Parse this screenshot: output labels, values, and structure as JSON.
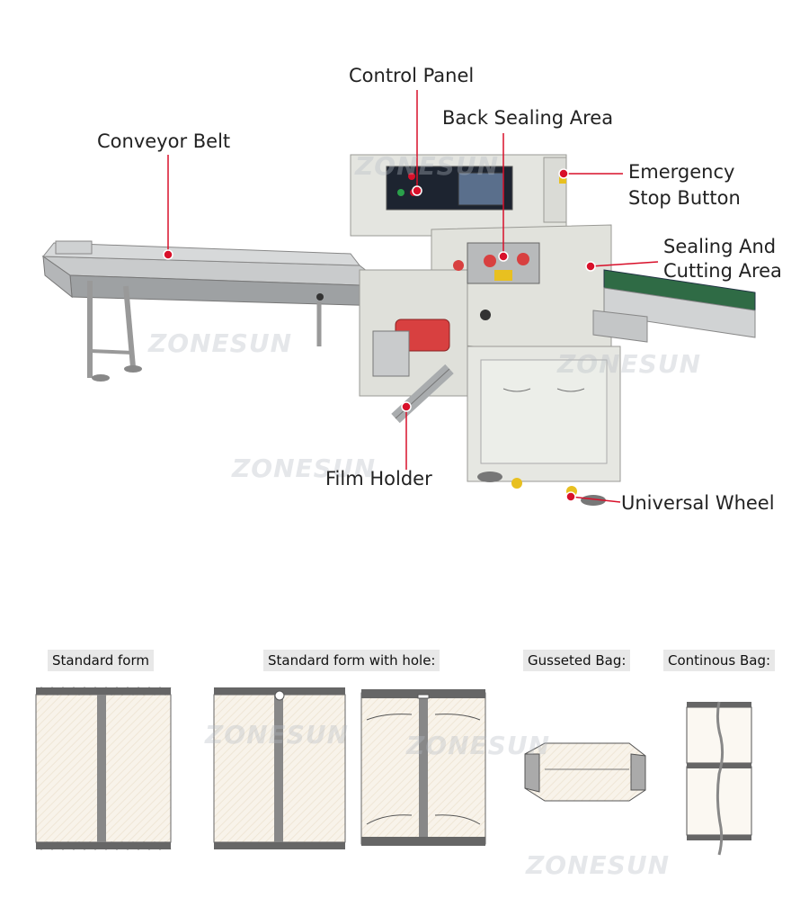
{
  "callouts": {
    "control_panel": "Control Panel",
    "back_sealing": "Back Sealing Area",
    "conveyor_belt": "Conveyor Belt",
    "emergency_line1": "Emergency",
    "emergency_line2": "Stop Button",
    "sealing_line1": "Sealing And",
    "sealing_line2": "Cutting Area",
    "film_holder": "Film Holder",
    "universal_wheel": "Universal Wheel"
  },
  "formats": {
    "standard": "Standard form",
    "standard_hole": "Standard form with hole:",
    "gusseted": "Gusseted Bag:",
    "continuous": "Continous Bag:"
  },
  "watermark": "ZONESUN",
  "colors": {
    "callout_marker": "#d8102a",
    "machine_body": "#e4e5e0",
    "steel": "#a9acae",
    "film_roll": "#d84040",
    "belt_green": "#2f6b45"
  }
}
